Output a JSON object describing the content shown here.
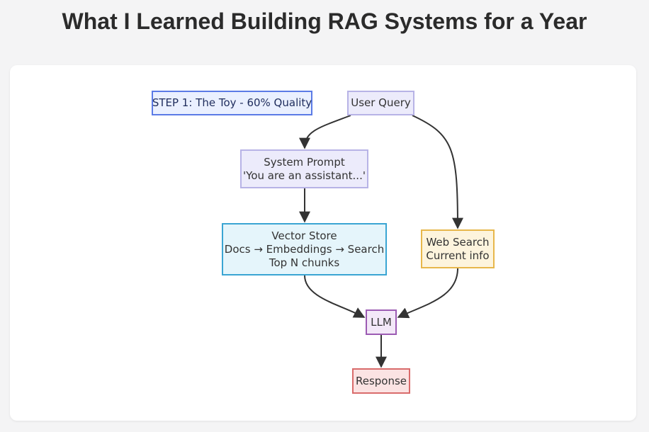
{
  "title": "What I Learned Building RAG Systems for a Year",
  "nodes": {
    "step": "STEP 1: The Toy - 60% Quality",
    "user_query": "User Query",
    "system_prompt": [
      "System Prompt",
      "'You are an assistant...'"
    ],
    "vector_store": [
      "Vector Store",
      "Docs → Embeddings → Search",
      "Top N chunks"
    ],
    "web_search": [
      "Web Search",
      "Current info"
    ],
    "llm": "LLM",
    "response": "Response"
  },
  "edges": [
    {
      "from": "User Query",
      "to": "System Prompt"
    },
    {
      "from": "User Query",
      "to": "Web Search"
    },
    {
      "from": "System Prompt",
      "to": "Vector Store"
    },
    {
      "from": "Vector Store",
      "to": "LLM"
    },
    {
      "from": "Web Search",
      "to": "LLM"
    },
    {
      "from": "LLM",
      "to": "Response"
    }
  ],
  "colors": {
    "step_border": "#5b7be6",
    "query_border": "#b7b3e6",
    "vector_border": "#3aa5d3",
    "web_border": "#e7b74b",
    "llm_border": "#9c5bb3",
    "response_border": "#d96b6b",
    "edge": "#333333"
  }
}
